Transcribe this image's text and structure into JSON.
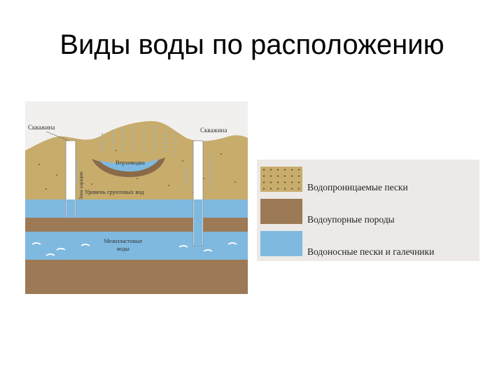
{
  "slide": {
    "title": "Виды воды по расположению"
  },
  "diagram": {
    "labels": {
      "well_left": "Скважина",
      "well_right": "Скважина",
      "perched_water": "Верховодка",
      "capillary_zone": "Зона аэрации",
      "groundwater_level": "Уровень грунтовых вод",
      "interstratal_line1": "Межпластовые",
      "interstratal_line2": "воды"
    },
    "colors": {
      "permeable_sand": "#c8ac6c",
      "impermeable_rock": "#9c7a56",
      "aquifer": "#7fb9e0"
    }
  },
  "legend": {
    "items": [
      {
        "label": "Водопроницаемые пески",
        "color": "#c8ac6c",
        "pattern": "dots"
      },
      {
        "label": "Водоупорные породы",
        "color": "#9c7a56",
        "pattern": "solid"
      },
      {
        "label": "Водоносные пески и галечники",
        "color": "#7fb9e0",
        "pattern": "solid"
      }
    ]
  }
}
